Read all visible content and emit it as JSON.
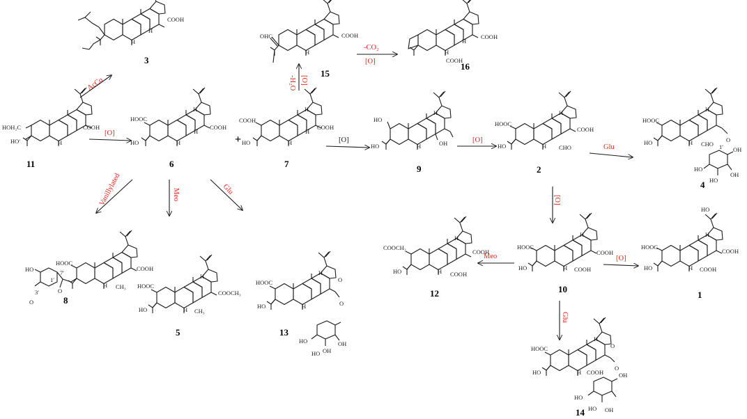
{
  "colors": {
    "reagent": "#e3241b",
    "structure": "#1a1a1a",
    "background": "#ffffff"
  },
  "compounds": [
    {
      "id": "c11",
      "number": "11",
      "groups": [
        "HOH₂C",
        "HO′",
        "COOH",
        "H"
      ]
    },
    {
      "id": "c3",
      "number": "3",
      "groups": [
        "COOH",
        "H",
        "H"
      ]
    },
    {
      "id": "c6",
      "number": "6",
      "groups": [
        "HOOC",
        "HO",
        "COOH",
        "H",
        "H",
        "H"
      ]
    },
    {
      "id": "c7",
      "number": "7",
      "groups": [
        "COOH",
        "HO",
        "COOH",
        "H",
        "H",
        "H"
      ]
    },
    {
      "id": "c15",
      "number": "15",
      "groups": [
        "OHC",
        "COOH",
        "H"
      ]
    },
    {
      "id": "c16",
      "number": "16",
      "groups": [
        "COOH",
        "COOH",
        "H",
        "H"
      ]
    },
    {
      "id": "c9",
      "number": "9",
      "groups": [
        "HO",
        "HO",
        "OH",
        "H",
        "H"
      ]
    },
    {
      "id": "c2",
      "number": "2",
      "groups": [
        "HOOC",
        "HO",
        "COOH",
        "CHO",
        "H",
        "H"
      ]
    },
    {
      "id": "c4",
      "number": "4",
      "groups": [
        "HOOC",
        "HO",
        "CHO",
        "H",
        "H",
        "O",
        "1′",
        "HO",
        "HO",
        "OH",
        "OH"
      ]
    },
    {
      "id": "c8",
      "number": "8",
      "groups": [
        "HOOC",
        "COOH",
        "CH₃",
        "H",
        "7′",
        "1′",
        "3′",
        "HO",
        "O",
        "O"
      ]
    },
    {
      "id": "c5",
      "number": "5",
      "groups": [
        "HOOC",
        "HO",
        "COOCH₃",
        "CH₃",
        "H",
        "H"
      ]
    },
    {
      "id": "c13",
      "number": "13",
      "groups": [
        "HOOC",
        "HO",
        "H",
        "H",
        "O",
        "O",
        "HO",
        "HO",
        "OH",
        "OH"
      ]
    },
    {
      "id": "c12",
      "number": "12",
      "groups": [
        "COOCH₃",
        "HO",
        "COOH",
        "COOH",
        "H",
        "H"
      ]
    },
    {
      "id": "c10",
      "number": "10",
      "groups": [
        "HOOC",
        "HO",
        "COOH",
        "COOH",
        "H",
        "H"
      ]
    },
    {
      "id": "c1",
      "number": "1",
      "groups": [
        "HO",
        "HOOC",
        "HO",
        "COOH",
        "COOH",
        "H",
        "H"
      ]
    },
    {
      "id": "c14",
      "number": "14",
      "groups": [
        "HOOC",
        "HO",
        "COOH",
        "H",
        "H",
        "O",
        "O",
        "HO",
        "HO",
        "OH",
        "OH"
      ]
    }
  ],
  "reactions": [
    {
      "id": "r11-3",
      "label": "AcCo",
      "color": "red"
    },
    {
      "id": "r11-6",
      "label": "[O]",
      "color": "red"
    },
    {
      "id": "r7-15",
      "label": "-H₂O",
      "label2": "[O]",
      "color": "red"
    },
    {
      "id": "r15-16",
      "label": "-CO₂",
      "label2": "[O]",
      "color": "red"
    },
    {
      "id": "r7-9",
      "label": "[O]",
      "color": "dark"
    },
    {
      "id": "r9-2",
      "label": "[O]",
      "color": "red"
    },
    {
      "id": "r2-4",
      "label": "Glu",
      "color": "red"
    },
    {
      "id": "r2-10",
      "label": "[O]",
      "color": "red"
    },
    {
      "id": "r6-8",
      "label": "Vanillylated",
      "color": "red"
    },
    {
      "id": "r6-5",
      "label": "Meo",
      "color": "red"
    },
    {
      "id": "r6-13",
      "label": "Glu",
      "color": "red"
    },
    {
      "id": "r10-12",
      "label": "Meo",
      "color": "red"
    },
    {
      "id": "r10-1",
      "label": "[O]",
      "color": "red"
    },
    {
      "id": "r10-14",
      "label": "Glu",
      "color": "red"
    }
  ],
  "plus_sign": "+"
}
